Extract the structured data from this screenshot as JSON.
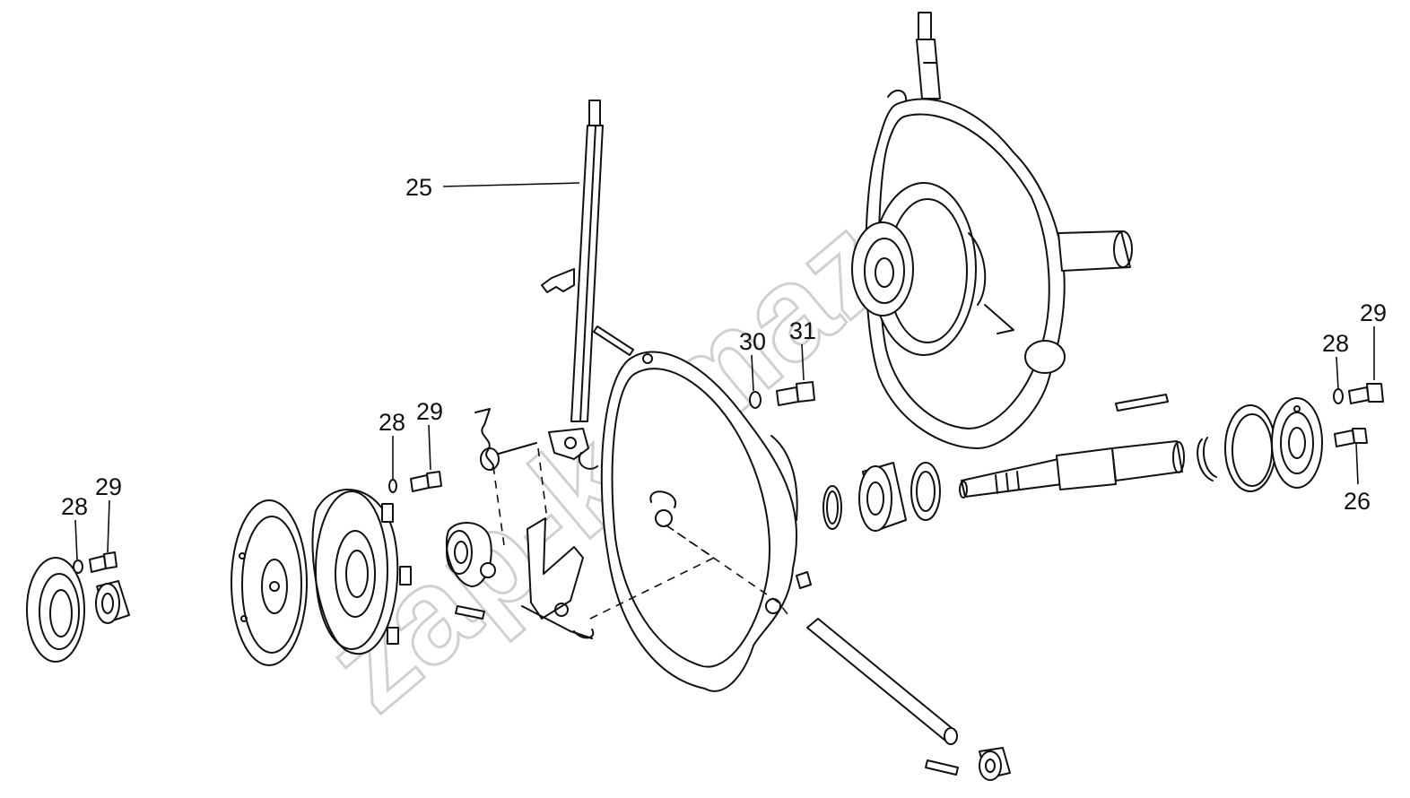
{
  "watermark": "zap-kamaz.ru",
  "callouts": [
    {
      "id": "c25a",
      "text": "25"
    },
    {
      "id": "c28a",
      "text": "28"
    },
    {
      "id": "c29a",
      "text": "29"
    },
    {
      "id": "c28b",
      "text": "28"
    },
    {
      "id": "c29b",
      "text": "29"
    },
    {
      "id": "c30",
      "text": "30"
    },
    {
      "id": "c31",
      "text": "31"
    },
    {
      "id": "c28c",
      "text": "28"
    },
    {
      "id": "c29c",
      "text": "29"
    },
    {
      "id": "c26",
      "text": "26"
    }
  ]
}
